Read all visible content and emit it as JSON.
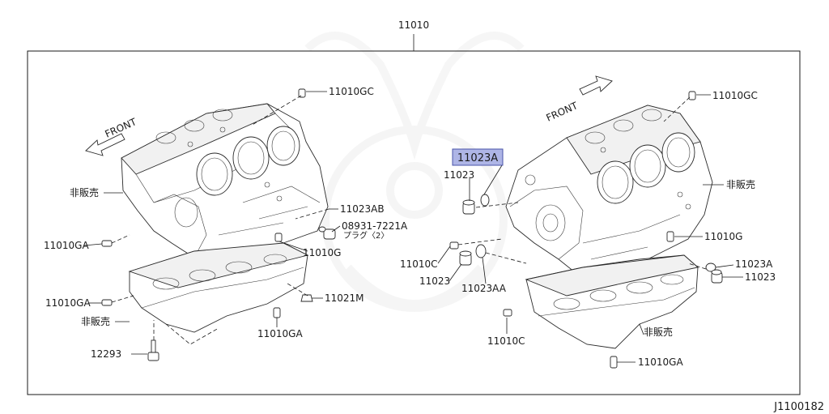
{
  "diagram": {
    "top_callout": "11010",
    "footer_code": "J1100182",
    "highlighted_part": "11023A",
    "left_block": {
      "front_label": "FRONT",
      "labels": {
        "gc": "11010GC",
        "not_sold_1": "非販売",
        "ab": "11023AB",
        "plug_code": "08931-7221A",
        "plug_note": "プラグ〈2〉",
        "ga_1": "11010GA",
        "g": "11010G",
        "ga_2": "11010GA",
        "m": "11021M",
        "not_sold_2": "非販売",
        "ga_3": "11010GA",
        "bolt": "12293"
      }
    },
    "right_block": {
      "front_label": "FRONT",
      "labels": {
        "a_top": "11023A",
        "p11023_1": "11023",
        "c_1": "11010C",
        "p11023_2": "11023",
        "aa": "11023AA",
        "gc": "11010GC",
        "not_sold_1": "非販売",
        "g": "11010G",
        "a_right": "11023A",
        "p11023_3": "11023",
        "c_2": "11010C",
        "not_sold_2": "非販売",
        "ga": "11010GA"
      }
    }
  }
}
